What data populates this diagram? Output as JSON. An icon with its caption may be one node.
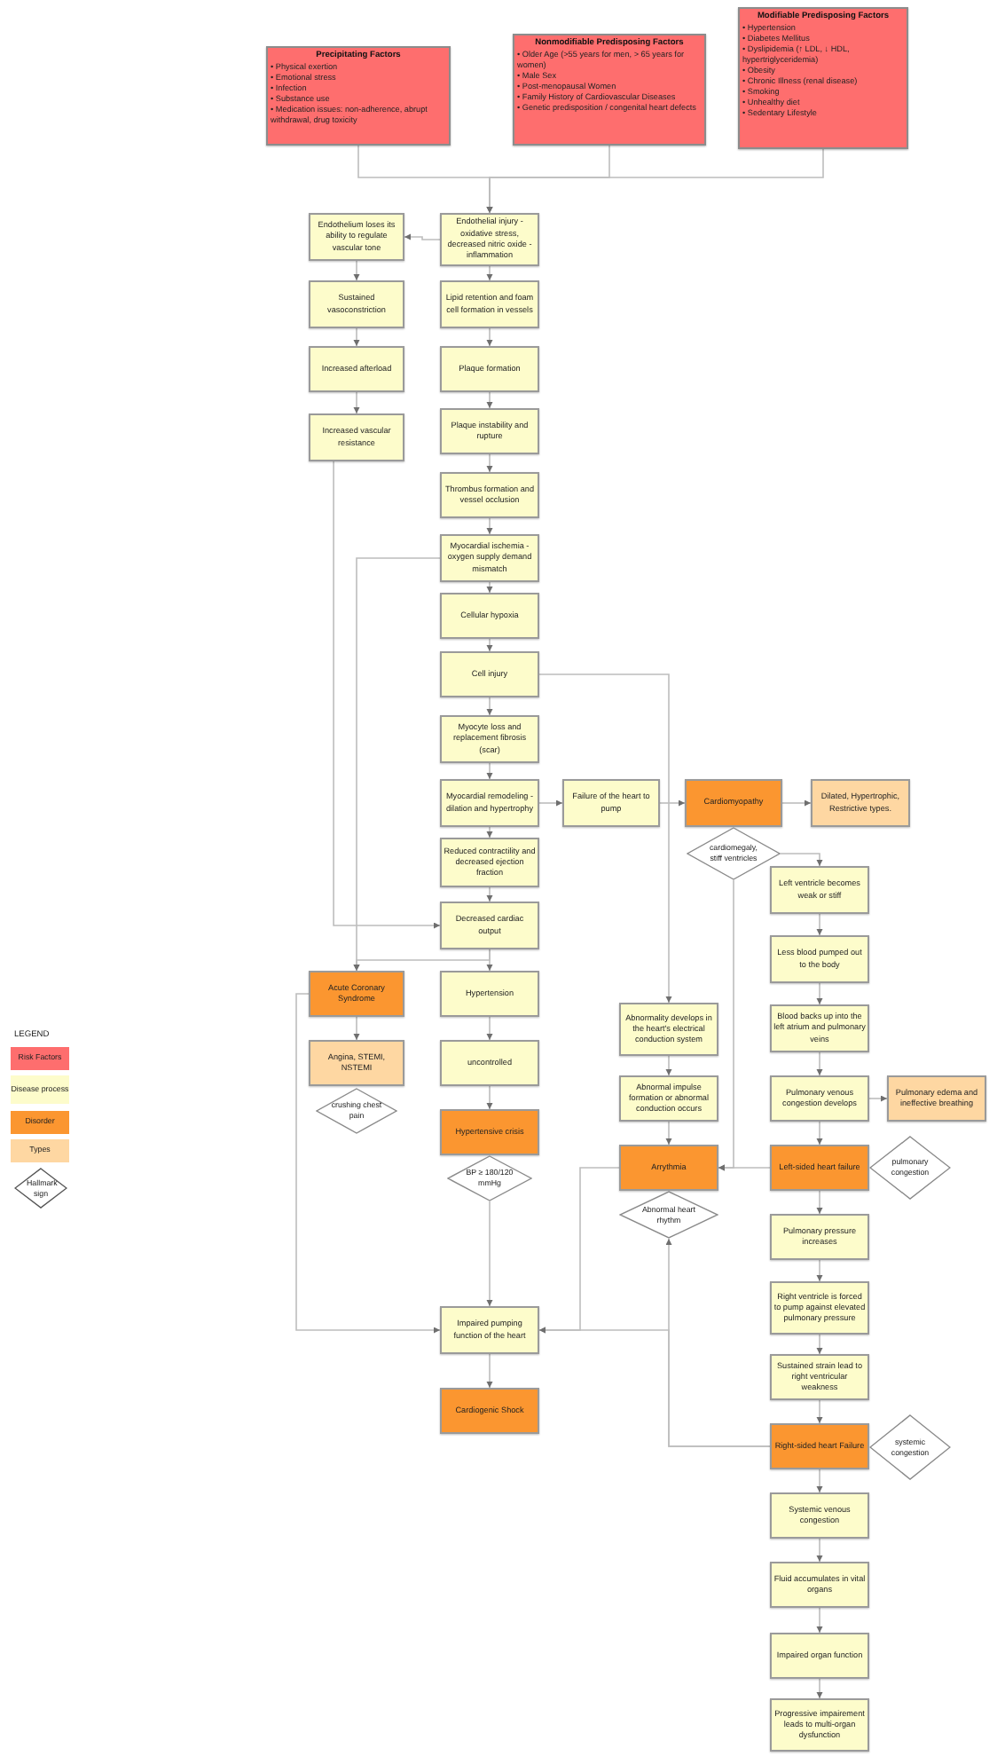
{
  "diagram": {
    "nodes": [
      {
        "text": [
          "Precipitating Factors",
          "• Physical exertion",
          "• Emotional stress",
          "• Infection",
          "• Substance use",
          "• Medication issues: non-adherence, abrupt withdrawal, drug toxicity"
        ]
      },
      {
        "text": [
          "Nonmodifiable Predisposing Factors",
          "• Older Age (>55 years for men, > 65 years for women)",
          "• Male Sex",
          "• Post-menopausal Women",
          "• Family History of Cardiovascular Diseases",
          "• Genetic predisposition / congenital heart defects"
        ]
      },
      {
        "text": [
          "Modifiable Predisposing Factors",
          "• Hypertension",
          "• Diabetes Mellitus",
          "• Dyslipidemia (↑ LDL, ↓ HDL, hypertriglyceridemia)",
          "• Obesity",
          "• Chronic Illness  (renal disease)",
          "• Smoking",
          "• Unhealthy diet",
          "• Sedentary Lifestyle"
        ]
      },
      {
        "text": [
          "Endothelium loses its ability to regulate vascular tone"
        ]
      },
      {
        "text": [
          "Endothelial injury - oxidative stress, decreased nitric oxide - inflammation"
        ]
      },
      {
        "text": [
          "Lipid retention and foam cell formation in vessels"
        ]
      },
      {
        "text": [
          "Sustained vasoconstriction"
        ]
      },
      {
        "text": [
          "Increased afterload"
        ]
      },
      {
        "text": [
          "Plaque formation"
        ]
      },
      {
        "text": [
          "Increased vascular resistance"
        ]
      },
      {
        "text": [
          "Plaque instability and rupture"
        ]
      },
      {
        "text": [
          "Thrombus formation and vessel occlusion"
        ]
      },
      {
        "text": [
          "Myocardial ischemia - oxygen supply demand mismatch"
        ]
      },
      {
        "text": [
          "Cellular hypoxia"
        ]
      },
      {
        "text": [
          "Cell injury"
        ]
      },
      {
        "text": [
          "Myocyte loss and replacement fibrosis (scar)"
        ]
      },
      {
        "text": [
          "Myocardial remodeling - dilation and hypertrophy"
        ]
      },
      {
        "text": [
          "Failure of the heart to pump"
        ]
      },
      {
        "text": [
          "Cardiomyopathy"
        ]
      },
      {
        "text": [
          "Dilated, Hypertrophic, Restrictive types."
        ]
      },
      {
        "text": [
          "cardiomegaly, stiff ventricles"
        ]
      },
      {
        "text": [
          "Reduced contractility and decreased ejection fraction"
        ]
      },
      {
        "text": [
          "Decreased cardiac output"
        ]
      },
      {
        "text": [
          "Left ventricle becomes weak or stiff"
        ]
      },
      {
        "text": [
          "Less blood pumped out to the body"
        ]
      },
      {
        "text": [
          "Acute Coronary Syndrome"
        ]
      },
      {
        "text": [
          "Hypertension"
        ]
      },
      {
        "text": [
          "Blood backs up into the left atrium and pulmonary veins"
        ]
      },
      {
        "text": [
          "Abnormality develops in the heart's electrical conduction system"
        ]
      },
      {
        "text": [
          "Angina, STEMI, NSTEMI"
        ]
      },
      {
        "text": [
          "uncontrolled"
        ]
      },
      {
        "text": [
          "Abnormal impulse formation or abnormal conduction occurs"
        ]
      },
      {
        "text": [
          "Pulmonary venous congestion develops"
        ]
      },
      {
        "text": [
          "Pulmonary edema and ineffective breathing"
        ]
      },
      {
        "text": [
          "crushing chest pain"
        ]
      },
      {
        "text": [
          "Hypertensive crisis"
        ]
      },
      {
        "text": [
          "BP ≥ 180/120 mmHg"
        ]
      },
      {
        "text": [
          "Arrythmia"
        ]
      },
      {
        "text": [
          "Left-sided heart failure"
        ]
      },
      {
        "text": [
          "pulmonary congestion"
        ]
      },
      {
        "text": [
          "Abnormal heart rhythm"
        ]
      },
      {
        "text": [
          "Pulmonary pressure increases"
        ]
      },
      {
        "text": [
          "Right ventricle is forced to pump against elevated pulmonary pressure"
        ]
      },
      {
        "text": [
          "Impaired pumping function of the heart"
        ]
      },
      {
        "text": [
          "Sustained strain lead to right ventricular weakness"
        ]
      },
      {
        "text": [
          "Cardiogenic Shock"
        ]
      },
      {
        "text": [
          "Right-sided heart Failure"
        ]
      },
      {
        "text": [
          "systemic congestion"
        ]
      },
      {
        "text": [
          "Systemic venous congestion"
        ]
      },
      {
        "text": [
          "Fluid accumulates in vital organs"
        ]
      },
      {
        "text": [
          "Impaired organ function"
        ]
      },
      {
        "text": [
          "Progressive impairement leads to multi-organ dysfunction"
        ]
      }
    ],
    "edges": [
      {
        "from": 0,
        "to": 4,
        "arrow": "to"
      },
      {
        "from": 1,
        "to": 4,
        "arrow": "to"
      },
      {
        "from": 2,
        "to": 4,
        "arrow": "to"
      },
      {
        "from": 4,
        "to": 3,
        "arrow": "to"
      },
      {
        "from": 3,
        "to": 6,
        "arrow": "to"
      },
      {
        "from": 6,
        "to": 7,
        "arrow": "to"
      },
      {
        "from": 7,
        "to": 9,
        "arrow": "to"
      },
      {
        "from": 4,
        "to": 5,
        "arrow": "to"
      },
      {
        "from": 5,
        "to": 8,
        "arrow": "to"
      },
      {
        "from": 8,
        "to": 10,
        "arrow": "to"
      },
      {
        "from": 10,
        "to": 11,
        "arrow": "to"
      },
      {
        "from": 11,
        "to": 12,
        "arrow": "to"
      },
      {
        "from": 12,
        "to": 13,
        "arrow": "to"
      },
      {
        "from": 13,
        "to": 14,
        "arrow": "to"
      },
      {
        "from": 14,
        "to": 15,
        "arrow": "to"
      },
      {
        "from": 15,
        "to": 16,
        "arrow": "to"
      },
      {
        "from": 16,
        "to": 21,
        "arrow": "to"
      },
      {
        "from": 21,
        "to": 22,
        "arrow": "to"
      },
      {
        "from": 9,
        "to": 22,
        "arrow": "to"
      },
      {
        "from": 16,
        "to": 17,
        "arrow": "to"
      },
      {
        "from": 17,
        "to": 18,
        "arrow": "to"
      },
      {
        "from": 18,
        "to": 19,
        "arrow": "to"
      },
      {
        "from": 12,
        "to": 25,
        "arrow": "to"
      },
      {
        "from": 22,
        "to": 25,
        "arrow": "to"
      },
      {
        "from": 22,
        "to": 26,
        "arrow": "to"
      },
      {
        "from": 14,
        "to": 28,
        "arrow": "to"
      },
      {
        "from": 20,
        "to": 23,
        "arrow": "to"
      },
      {
        "from": 20,
        "to": 37,
        "arrow": "to"
      },
      {
        "from": 38,
        "to": 37,
        "arrow": "to"
      },
      {
        "from": 25,
        "to": 29,
        "arrow": "to"
      },
      {
        "from": 26,
        "to": 30,
        "arrow": "to"
      },
      {
        "from": 30,
        "to": 35,
        "arrow": "to"
      },
      {
        "from": 36,
        "to": 43,
        "arrow": "to"
      },
      {
        "from": 25,
        "to": 43,
        "arrow": "to"
      },
      {
        "from": 37,
        "to": 43,
        "arrow": "to"
      },
      {
        "from": 46,
        "to": 40,
        "arrow": "to"
      },
      {
        "from": 46,
        "to": 43,
        "arrow": "to"
      },
      {
        "from": 43,
        "to": 45,
        "arrow": "to"
      },
      {
        "from": 28,
        "to": 31,
        "arrow": "to"
      },
      {
        "from": 31,
        "to": 37,
        "arrow": "to"
      },
      {
        "from": 23,
        "to": 24,
        "arrow": "to"
      },
      {
        "from": 24,
        "to": 27,
        "arrow": "to"
      },
      {
        "from": 27,
        "to": 32,
        "arrow": "to"
      },
      {
        "from": 32,
        "to": 33,
        "arrow": "to"
      },
      {
        "from": 32,
        "to": 38,
        "arrow": "to"
      },
      {
        "from": 38,
        "to": 41,
        "arrow": "to"
      },
      {
        "from": 41,
        "to": 42,
        "arrow": "to"
      },
      {
        "from": 42,
        "to": 44,
        "arrow": "to"
      },
      {
        "from": 44,
        "to": 46,
        "arrow": "to"
      },
      {
        "from": 46,
        "to": 48,
        "arrow": "to"
      },
      {
        "from": 48,
        "to": 49,
        "arrow": "to"
      },
      {
        "from": 49,
        "to": 50,
        "arrow": "to"
      },
      {
        "from": 50,
        "to": 51,
        "arrow": "to"
      }
    ],
    "labels": [
      "LEGEND"
    ],
    "legend": [
      {
        "text": "Risk Factors",
        "color": "#fe6e6e"
      },
      {
        "text": "Disease process",
        "color": "#fdfccb"
      },
      {
        "text": "Disorder",
        "color": "#fb9630"
      },
      {
        "text": "Types",
        "color": "#fed7a2"
      },
      {
        "text": "Hallmark sign"
      }
    ]
  }
}
